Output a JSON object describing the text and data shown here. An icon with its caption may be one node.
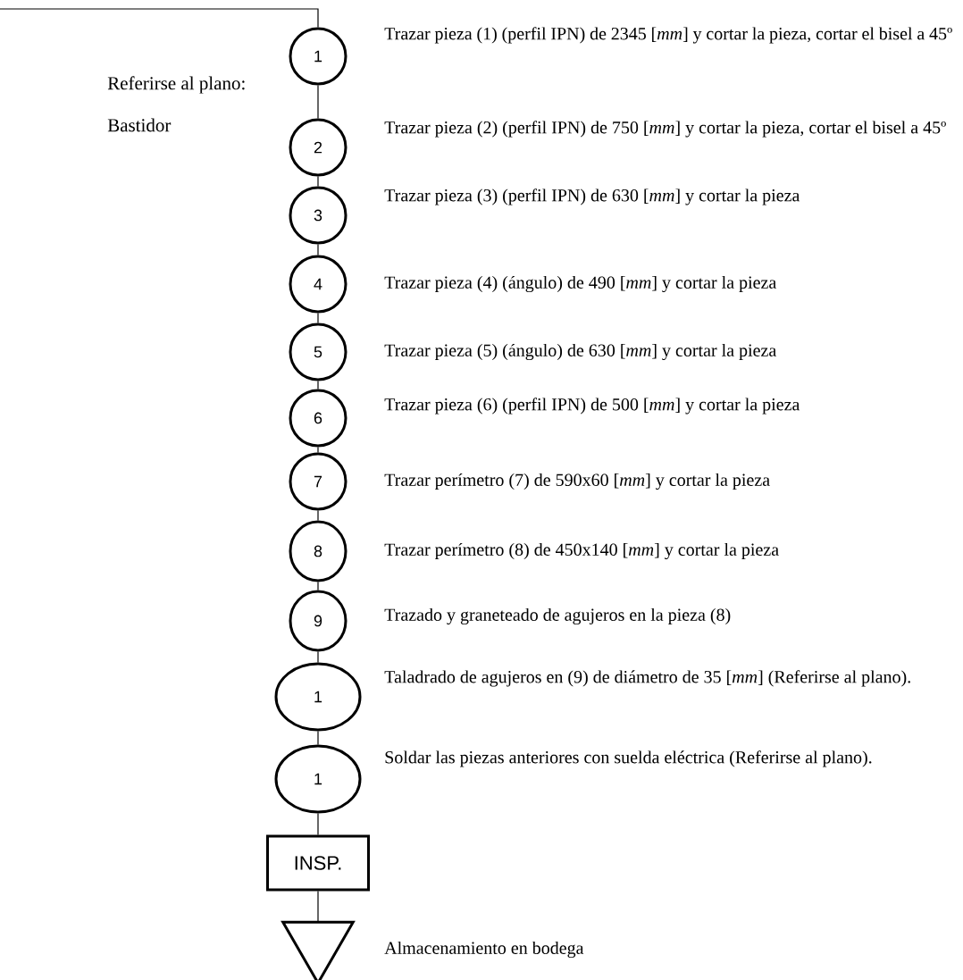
{
  "diagram": {
    "nodes": [
      {
        "text": [
          "1"
        ],
        "beside": [
          "Trazar pieza (1) (perfil IPN) de 2345 [*mm*] y cortar la pieza, cortar el bisel a 45º"
        ]
      },
      {
        "text": [
          "2"
        ],
        "beside": [
          "Trazar pieza (2) (perfil IPN) de 750 [*mm*] y cortar la pieza, cortar el bisel a 45º"
        ]
      },
      {
        "text": [
          "3"
        ],
        "beside": [
          "Trazar pieza (3) (perfil IPN) de 630 [*mm*] y cortar la pieza"
        ]
      },
      {
        "text": [
          "4"
        ],
        "beside": [
          "Trazar pieza (4) (ángulo) de 490 [*mm*] y cortar la pieza"
        ]
      },
      {
        "text": [
          "5"
        ],
        "beside": [
          "Trazar pieza (5) (ángulo) de 630 [*mm*] y cortar la pieza"
        ]
      },
      {
        "text": [
          "6"
        ],
        "beside": [
          "Trazar pieza (6) (perfil IPN) de 500 [*mm*] y cortar la pieza"
        ]
      },
      {
        "text": [
          "7"
        ],
        "beside": [
          "Trazar perímetro (7) de 590x60 [*mm*] y cortar la pieza"
        ]
      },
      {
        "text": [
          "8"
        ],
        "beside": [
          "Trazar perímetro (8) de 450x140 [*mm*] y cortar la pieza"
        ]
      },
      {
        "text": [
          "9"
        ],
        "beside": [
          "Trazado y graneteado de agujeros en la pieza (8)"
        ]
      },
      {
        "text": [
          "1"
        ],
        "beside": [
          "Taladrado de agujeros en (9) de diámetro de 35 [*mm*] (Referirse al plano)."
        ]
      },
      {
        "text": [
          "1"
        ],
        "beside": [
          "Soldar las piezas anteriores con suelda eléctrica (Referirse al plano)."
        ]
      },
      {
        "text": [
          "INSP."
        ]
      },
      {
        "text": [],
        "shape": "triangle",
        "beside": [
          "Almacenamiento en bodega"
        ]
      }
    ],
    "edges": [
      {
        "from": null,
        "to": 0,
        "arrow": "none"
      },
      {
        "from": 0,
        "to": 1,
        "arrow": "none"
      },
      {
        "from": 1,
        "to": 2,
        "arrow": "none"
      },
      {
        "from": 2,
        "to": 3,
        "arrow": "none"
      },
      {
        "from": 3,
        "to": 4,
        "arrow": "none"
      },
      {
        "from": 4,
        "to": 5,
        "arrow": "none"
      },
      {
        "from": 5,
        "to": 6,
        "arrow": "none"
      },
      {
        "from": 6,
        "to": 7,
        "arrow": "none"
      },
      {
        "from": 7,
        "to": 8,
        "arrow": "none"
      },
      {
        "from": 8,
        "to": 9,
        "arrow": "none"
      },
      {
        "from": 9,
        "to": 10,
        "arrow": "none"
      },
      {
        "from": 10,
        "to": 11,
        "arrow": "none"
      },
      {
        "from": 11,
        "to": 12,
        "arrow": "none"
      }
    ],
    "labels": [
      "Referirse al plano:",
      "Bastidor"
    ]
  }
}
